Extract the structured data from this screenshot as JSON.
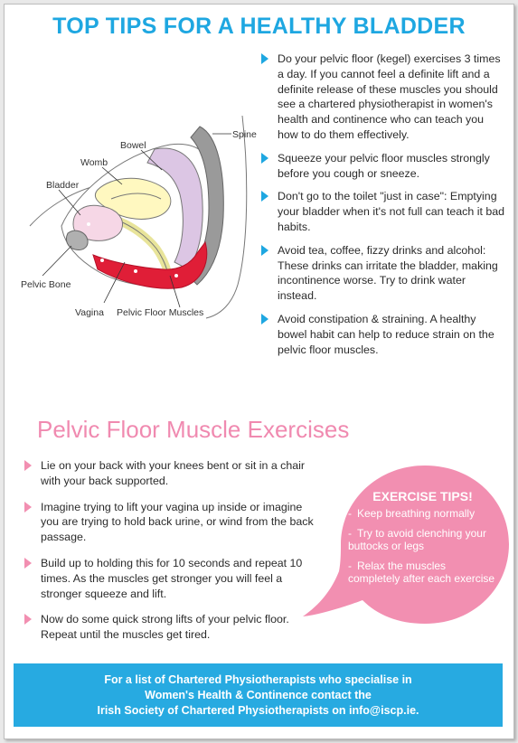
{
  "title": "TOP TIPS FOR A HEALTHY BLADDER",
  "colors": {
    "accent_blue": "#1ea7e1",
    "accent_pink": "#f08ab0",
    "footer_bg": "#27aae1",
    "muscle_red": "#e01e37"
  },
  "diagram": {
    "labels": {
      "spine": "Spine",
      "bowel": "Bowel",
      "womb": "Womb",
      "bladder": "Bladder",
      "pelvic_bone": "Pelvic Bone",
      "vagina": "Vagina",
      "pelvic_floor_muscles": "Pelvic Floor Muscles"
    }
  },
  "tips": [
    "Do your pelvic floor (kegel) exercises 3 times a day. If you cannot feel a definite lift and a definite release of these muscles you should see a chartered physiotherapist in women's health and continence who can teach you how to do them effectively.",
    "Squeeze your pelvic floor muscles strongly before you cough or sneeze.",
    "Don't go to the toilet \"just in case\": Emptying your bladder when it's not full can teach it bad habits.",
    "Avoid tea, coffee, fizzy drinks and alcohol: These drinks can irritate the bladder, making incontinence worse. Try to drink water instead.",
    "Avoid constipation & straining. A healthy bowel habit can help to reduce strain on the pelvic floor muscles."
  ],
  "section_title": "Pelvic Floor Muscle Exercises",
  "exercises": [
    "Lie on your back with your knees bent or sit in a chair with your back supported.",
    "Imagine trying to lift your vagina up inside or imagine you are trying to hold back urine, or wind from the back passage.",
    "Build up to holding this for 10 seconds and repeat 10 times. As the muscles get stronger you will feel a stronger squeeze and lift.",
    "Now do some quick strong lifts of your pelvic floor. Repeat until the muscles get tired."
  ],
  "exercise_tips": {
    "title": "EXERCISE TIPS!",
    "items": [
      "Keep breathing normally",
      "Try to avoid clenching your buttocks or legs",
      "Relax the muscles completely after each exercise"
    ]
  },
  "footer": {
    "line1": "For a list of Chartered Physiotherapists who specialise in",
    "line2": "Women's Health & Continence contact the",
    "line3": "Irish Society of Chartered Physiotherapists on info@iscp.ie."
  }
}
